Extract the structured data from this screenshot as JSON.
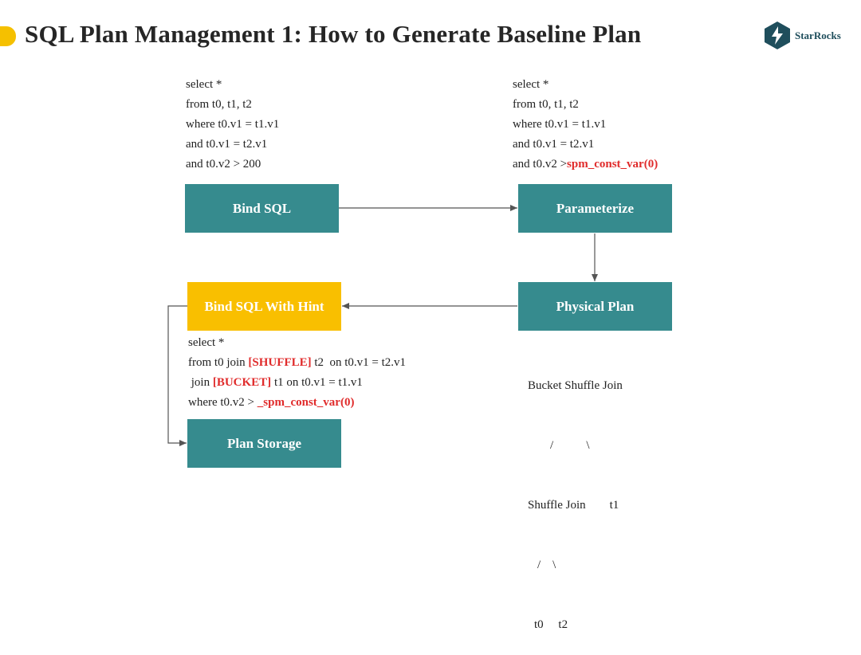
{
  "title": "SQL Plan Management 1: How to Generate Baseline Plan",
  "logo": {
    "text": "StarRocks",
    "icon": "starrocks-logo-icon"
  },
  "colors": {
    "teal": "#368b8e",
    "yellow": "#f9bf00",
    "highlight": "#e02b2b",
    "accent": "#f5c000"
  },
  "nodes": {
    "bind_sql": "Bind SQL",
    "parameterize": "Parameterize",
    "physical_plan": "Physical Plan",
    "bind_sql_hint": "Bind SQL With Hint",
    "plan_storage": "Plan Storage"
  },
  "sql_original": {
    "line1": "select *",
    "line2": "from t0, t1, t2",
    "line3": "where t0.v1 = t1.v1",
    "line4": "and t0.v1 = t2.v1",
    "line5": "and t0.v2 > 200"
  },
  "sql_parameterized": {
    "line1": "select *",
    "line2": "from t0, t1, t2",
    "line3": "where t0.v1 = t1.v1",
    "line4": "and t0.v1 = t2.v1",
    "line5_pre": "and t0.v2 >",
    "line5_hl": "spm_const_var(0)"
  },
  "sql_hint": {
    "line1": "select *",
    "line2_pre": "from t0 join ",
    "line2_hl": "[SHUFFLE]",
    "line2_post": " t2  on t0.v1 = t2.v1",
    "line3_pre": " join ",
    "line3_hl": "[BUCKET]",
    "line3_post": " t1 on t0.v1 = t1.v1",
    "line4_pre": "where t0.v2 > ",
    "line4_hl": "_spm_const_var(0)"
  },
  "plan_tree": {
    "root": "Bucket Shuffle Join",
    "edge1": "/           \\",
    "mid": "Shuffle Join        t1",
    "edge2": "/    \\",
    "leaves": "t0     t2"
  }
}
